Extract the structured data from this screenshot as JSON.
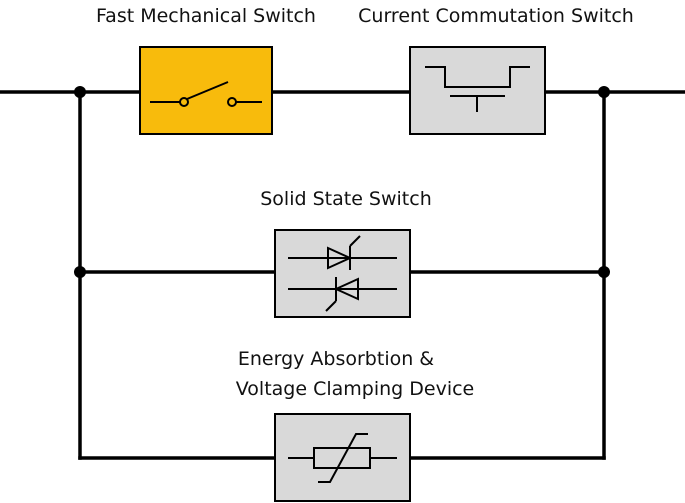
{
  "labels": {
    "fast_mechanical_switch": "Fast Mechanical Switch",
    "current_commutation_switch": "Current Commutation Switch",
    "solid_state_switch": "Solid State Switch",
    "energy_absorption_line1": "Energy Absorbtion &",
    "energy_absorption_line2": "Voltage Clamping Device"
  },
  "colors": {
    "mechanical_switch_fill": "#F8BB0C",
    "component_fill": "#D9D9D9",
    "wire": "#000000"
  }
}
